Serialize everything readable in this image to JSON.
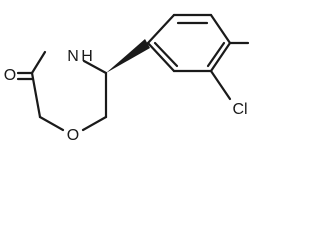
{
  "molecule": {
    "atoms": {
      "oxygen_carbonyl": "O",
      "nitrogen": "N",
      "hydrogen_on_nitrogen": "H",
      "oxygen_ring": "O",
      "chlorine": "Cl"
    },
    "colors": {
      "bond": "#1a1a1a",
      "text": "#1a1a1a",
      "background": "#ffffff"
    }
  }
}
